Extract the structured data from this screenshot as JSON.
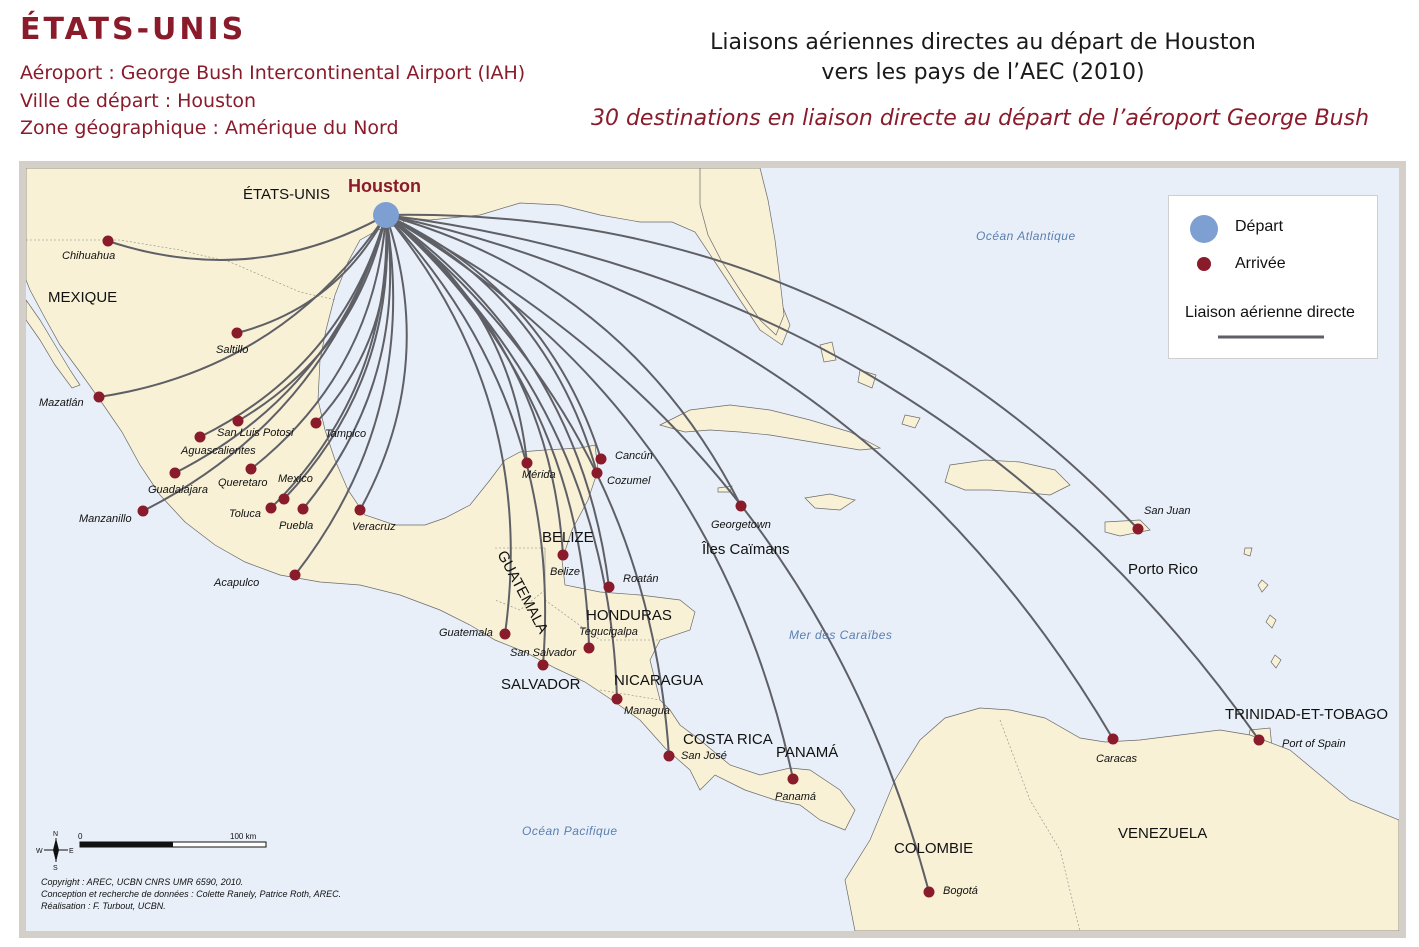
{
  "header": {
    "country": "ÉTATS-UNIS",
    "airport_line": "Aéroport : George Bush Intercontinental Airport (IAH)",
    "city_line": "Ville de départ : Houston",
    "zone_line": "Zone géographique : Amérique du Nord"
  },
  "title": {
    "line1": "Liaisons aériennes directes au départ de Houston",
    "line2": "vers les pays de l’AEC (2010)",
    "subtitle": "30 destinations en liaison directe au départ de l’aéroport George Bush"
  },
  "legend": {
    "departure": "Départ",
    "arrival": "Arrivée",
    "route": "Liaison aérienne directe"
  },
  "colors": {
    "departure": "#7d9fd2",
    "arrival": "#8a1b2b",
    "route": "#5f5f66",
    "land": "#f8f1d6",
    "sea": "#e8eff8",
    "heading": "#8a1b2b"
  },
  "origin": {
    "name": "Houston"
  },
  "countries": [
    "ÉTATS-UNIS",
    "MEXIQUE",
    "BELIZE",
    "GUATEMALA",
    "HONDURAS",
    "SALVADOR",
    "NICARAGUA",
    "COSTA RICA",
    "PANAMÁ",
    "COLOMBIE",
    "VENEZUELA",
    "Porto Rico",
    "TRINIDAD-ET-TOBAGO",
    "Îles Caïmans"
  ],
  "destinations": [
    {
      "name": "Chihuahua"
    },
    {
      "name": "Saltillo"
    },
    {
      "name": "Mazatlán"
    },
    {
      "name": "San Luis Potosi"
    },
    {
      "name": "Tampico"
    },
    {
      "name": "Aguascalientes"
    },
    {
      "name": "Mexico"
    },
    {
      "name": "Queretaro"
    },
    {
      "name": "Guadalajara"
    },
    {
      "name": "Toluca"
    },
    {
      "name": "Puebla"
    },
    {
      "name": "Manzanillo"
    },
    {
      "name": "Veracruz"
    },
    {
      "name": "Acapulco"
    },
    {
      "name": "Mérida"
    },
    {
      "name": "Cancún"
    },
    {
      "name": "Cozumel"
    },
    {
      "name": "Georgetown"
    },
    {
      "name": "Belize"
    },
    {
      "name": "Roatán"
    },
    {
      "name": "Guatemala"
    },
    {
      "name": "Tegucigalpa"
    },
    {
      "name": "San Salvador"
    },
    {
      "name": "Managua"
    },
    {
      "name": "San José"
    },
    {
      "name": "Panamá"
    },
    {
      "name": "San Juan"
    },
    {
      "name": "Caracas"
    },
    {
      "name": "Port of Spain"
    },
    {
      "name": "Bogotá"
    }
  ],
  "seas": {
    "atlantic": "Océan Atlantique",
    "caribbean": "Mer des Caraïbes",
    "pacific": "Océan Pacifique"
  },
  "scale": {
    "zero": "0",
    "end": "100 km"
  },
  "compass": {
    "n": "N",
    "s": "S",
    "e": "E",
    "w": "W"
  },
  "credits": {
    "line1": "Copyright : AREC, UCBN CNRS UMR 6590, 2010.",
    "line2": "Conception et recherche de données : Colette Ranely, Patrice Roth, AREC.",
    "line3": "Réalisation : F. Turbout, UCBN."
  }
}
